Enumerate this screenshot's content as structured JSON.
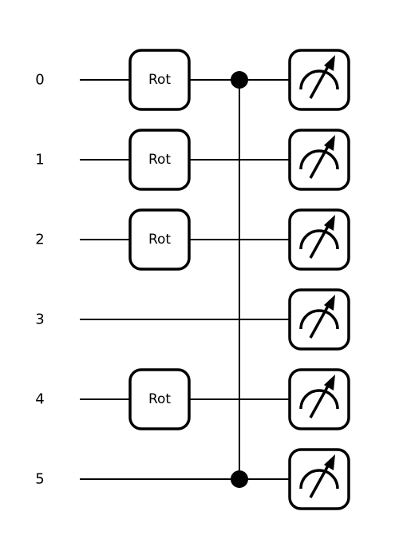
{
  "circuit": {
    "wires": [
      {
        "label": "0"
      },
      {
        "label": "1"
      },
      {
        "label": "2"
      },
      {
        "label": "3"
      },
      {
        "label": "4"
      },
      {
        "label": "5"
      }
    ],
    "rot_gates": [
      {
        "wire": 0,
        "label": "Rot"
      },
      {
        "wire": 1,
        "label": "Rot"
      },
      {
        "wire": 2,
        "label": "Rot"
      },
      {
        "wire": 4,
        "label": "Rot"
      }
    ],
    "controlled_op": {
      "control_wires": [
        0,
        5
      ]
    },
    "measurements": [
      0,
      1,
      2,
      3,
      4,
      5
    ],
    "colors": {
      "line": "#000000",
      "background": "#ffffff"
    }
  }
}
